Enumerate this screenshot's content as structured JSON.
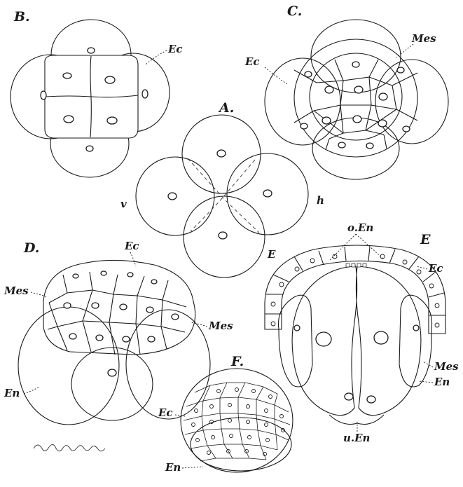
{
  "figure": {
    "A": {
      "panel": "A.",
      "v": "v",
      "h": "h",
      "E": "E"
    },
    "B": {
      "panel": "B.",
      "ec": "Ec"
    },
    "C": {
      "panel": "C.",
      "ec": "Ec",
      "mes": "Mes"
    },
    "D": {
      "panel": "D.",
      "ec": "Ec",
      "mes_left": "Mes",
      "mes_right": "Mes",
      "en": "En"
    },
    "E": {
      "panel": "E",
      "oen": "o.En",
      "ec": "Ec",
      "mes": "Mes",
      "en": "En",
      "uen": "u.En"
    },
    "F": {
      "panel": "F.",
      "ec": "Ec",
      "en": "En"
    }
  },
  "colors": {
    "ink": "#1a1a1a",
    "paper": "#ffffff",
    "stipple": "#c9c9c9"
  }
}
